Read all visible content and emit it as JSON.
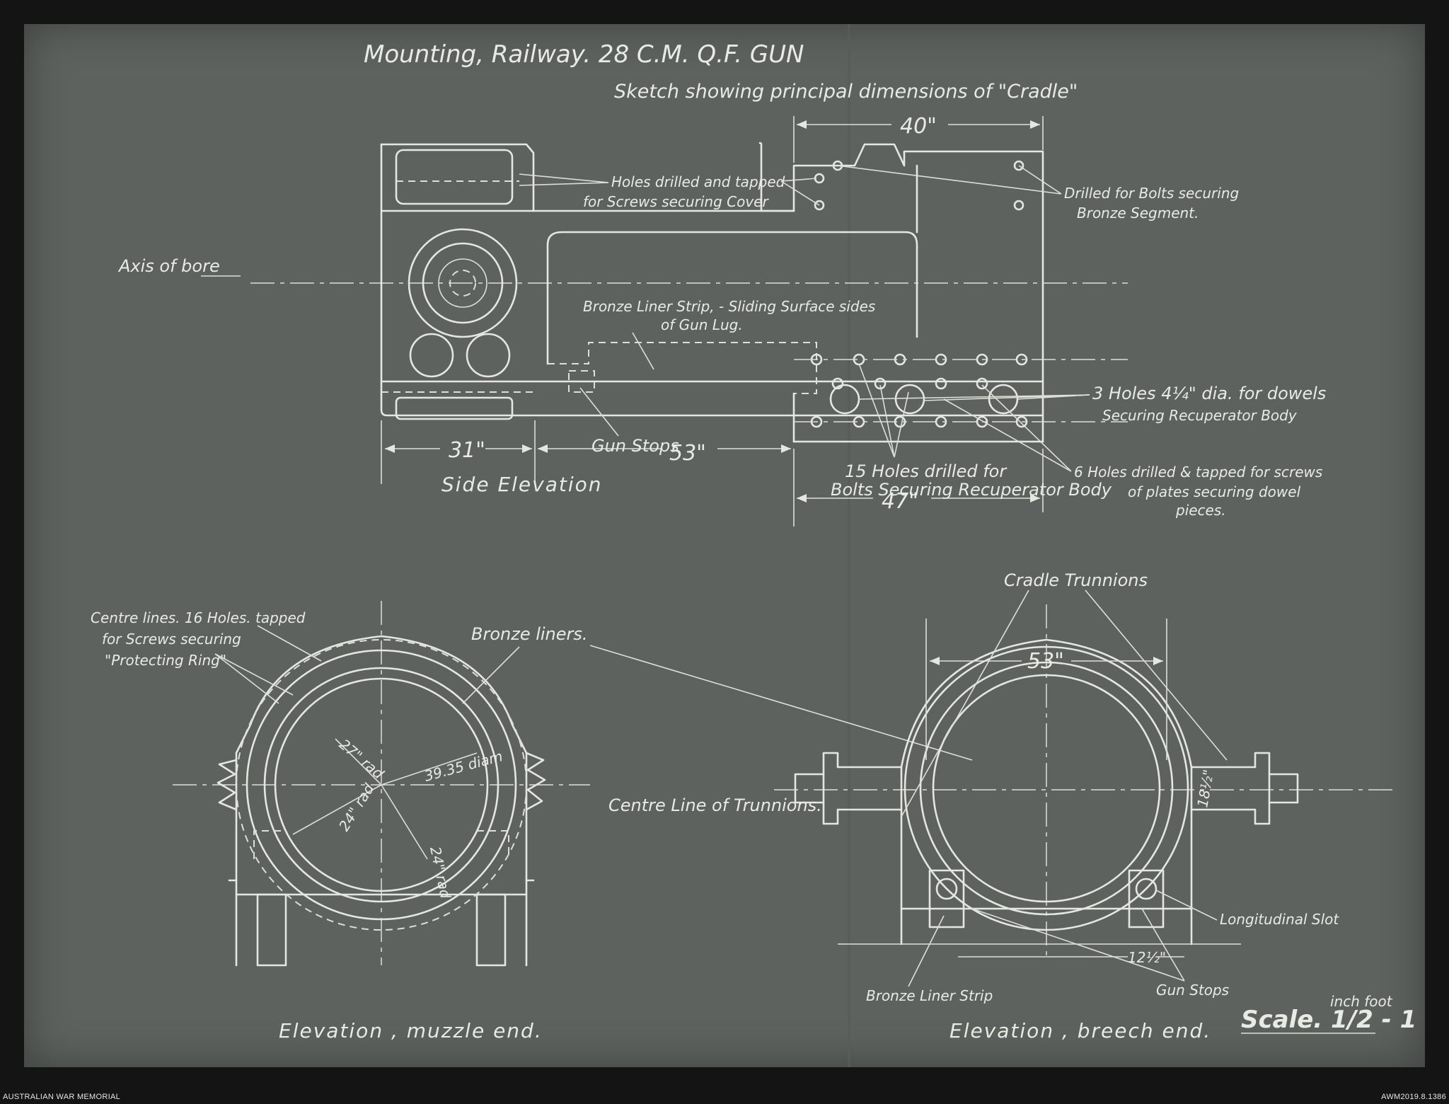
{
  "drawing": {
    "title": "Mounting, Railway. 28 C.M. Q.F. GUN",
    "subtitle": "Sketch showing principal dimensions of \"Cradle\"",
    "scale_main": "Scale. 1/2 - 1",
    "scale_units_top": "inch  foot"
  },
  "side_elevation": {
    "caption": "Side Elevation",
    "axis_label": "Axis of bore",
    "dim_40": "40\"",
    "dim_31": "31\"",
    "dim_53": "53\"",
    "dim_47": "47\"",
    "notes": {
      "holes_cover_1": "Holes drilled and tapped",
      "holes_cover_2": "for Screws securing Cover",
      "bronze_segment_1": "Drilled for Bolts securing",
      "bronze_segment_2": "Bronze Segment.",
      "liner_strip_1": "Bronze Liner Strip, - Sliding Surface sides",
      "liner_strip_2": "of Gun Lug.",
      "dowels_1": "3 Holes 4¼\" dia. for dowels",
      "dowels_2": "Securing Recuperator Body",
      "gun_stops": "Gun Stops",
      "holes15_1": "15 Holes drilled for",
      "holes15_2": "Bolts Securing Recuperator Body",
      "holes6_1": "6 Holes drilled & tapped for screws",
      "holes6_2": "of plates securing dowel",
      "holes6_3": "pieces."
    }
  },
  "muzzle_end": {
    "caption": "Elevation , muzzle end.",
    "note_1": "Centre lines. 16 Holes. tapped",
    "note_2": "for Screws securing",
    "note_3": "\"Protecting Ring\"",
    "bronze_liners": "Bronze liners.",
    "r_27": "27\" rad",
    "d_3935": "39.35 diam",
    "r_24a": "24\" rad",
    "r_24b": "24\" rad"
  },
  "breech_end": {
    "caption": "Elevation , breech end.",
    "trunnions": "Cradle Trunnions",
    "dim_53": "53\"",
    "centre_line": "Centre Line of Trunnions.",
    "dim_18": "18½\"",
    "dim_12": "12½\"",
    "slot": "Longitudinal Slot",
    "liner_strip": "Bronze Liner Strip",
    "gun_stops": "Gun Stops"
  },
  "footer": {
    "left": "AUSTRALIAN WAR MEMORIAL",
    "right": "AWM2019.8.1386"
  },
  "colors": {
    "paper": "#5d625f",
    "chalk": "#e4e7df",
    "border": "#141414"
  }
}
